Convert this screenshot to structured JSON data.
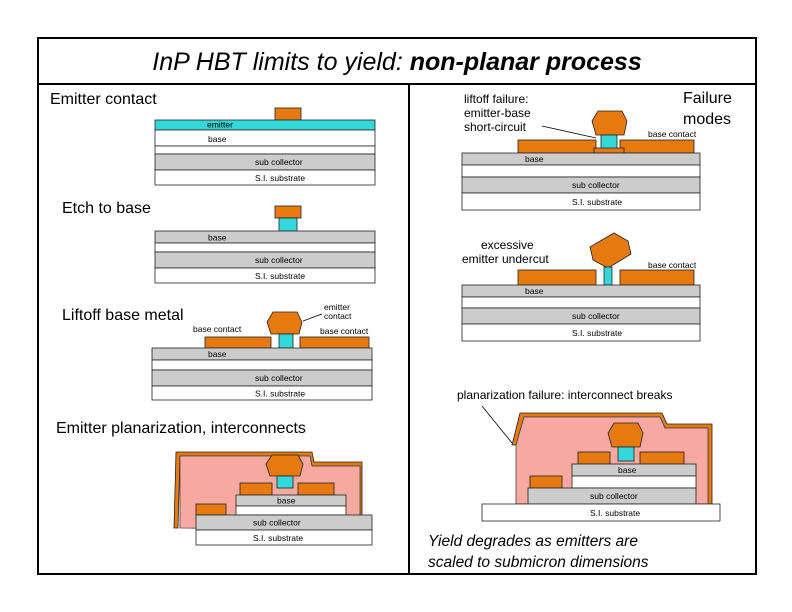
{
  "title": {
    "normal": "InP HBT limits to yield: ",
    "bold": "non-planar process"
  },
  "steps": {
    "emitter_contact": "Emitter contact",
    "etch_to_base": "Etch to base",
    "liftoff_base_metal": "Liftoff base metal",
    "planarization": "Emitter planarization, interconnects"
  },
  "failure_modes": {
    "line1": "Failure",
    "line2": "modes"
  },
  "layers": {
    "emitter": "emitter",
    "base": "base",
    "sub_collector": "sub collector",
    "substrate": "S.I. substrate",
    "base_contact": "base contact",
    "emitter_contact_l1": "emitter",
    "emitter_contact_l2": "contact"
  },
  "failures": {
    "liftoff_l1": "liftoff failure:",
    "liftoff_l2": "emitter-base",
    "liftoff_l3": "short-circuit",
    "undercut_l1": "excessive",
    "undercut_l2": "emitter undercut",
    "planarization": "planarization failure: interconnect breaks"
  },
  "footnote": {
    "line1": "Yield degrades as emitters are",
    "line2": "scaled to submicron dimensions"
  },
  "colors": {
    "metal": "#e67a10",
    "emitter_layer": "#33d8d8",
    "grey_layer": "#cccccc",
    "planarization": "#f7a8a0"
  }
}
